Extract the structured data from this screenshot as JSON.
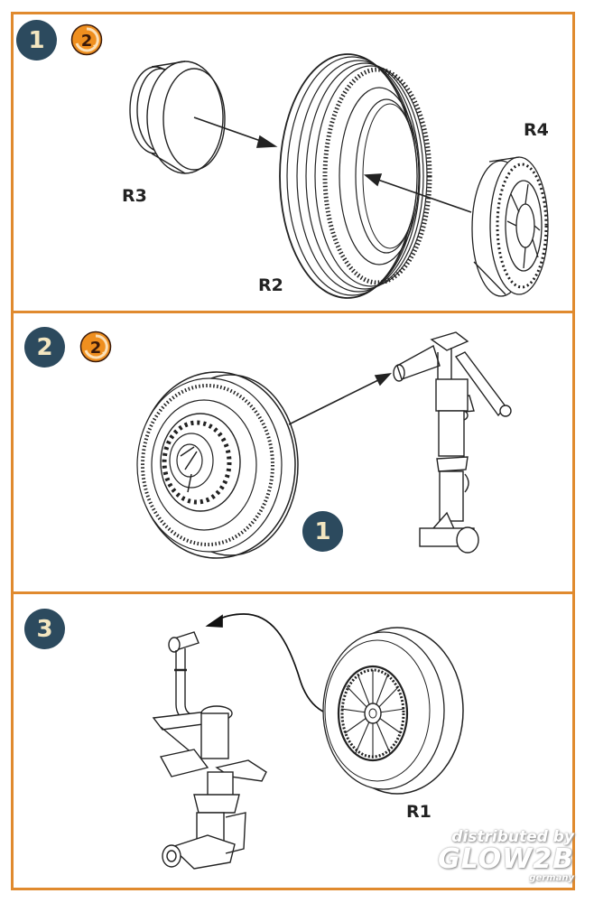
{
  "steps": [
    {
      "number": "1",
      "repeat_count": "2",
      "parts": [
        "R3",
        "R2",
        "R4"
      ]
    },
    {
      "number": "2",
      "repeat_count": "2",
      "subassembly_ref": "1"
    },
    {
      "number": "3",
      "parts": [
        "R1"
      ]
    }
  ],
  "labels": {
    "r3": "R3",
    "r2": "R2",
    "r4": "R4",
    "r1": "R1",
    "subassembly_ref": "1"
  },
  "watermark": {
    "line1": "distributed by",
    "line2": "GLOW2B",
    "line3": "germany"
  },
  "colors": {
    "frame": "#e08a2e",
    "step_badge": "#2c4a5e",
    "step_text": "#f3e6c0",
    "repeat_badge": "#ef8f1f"
  }
}
